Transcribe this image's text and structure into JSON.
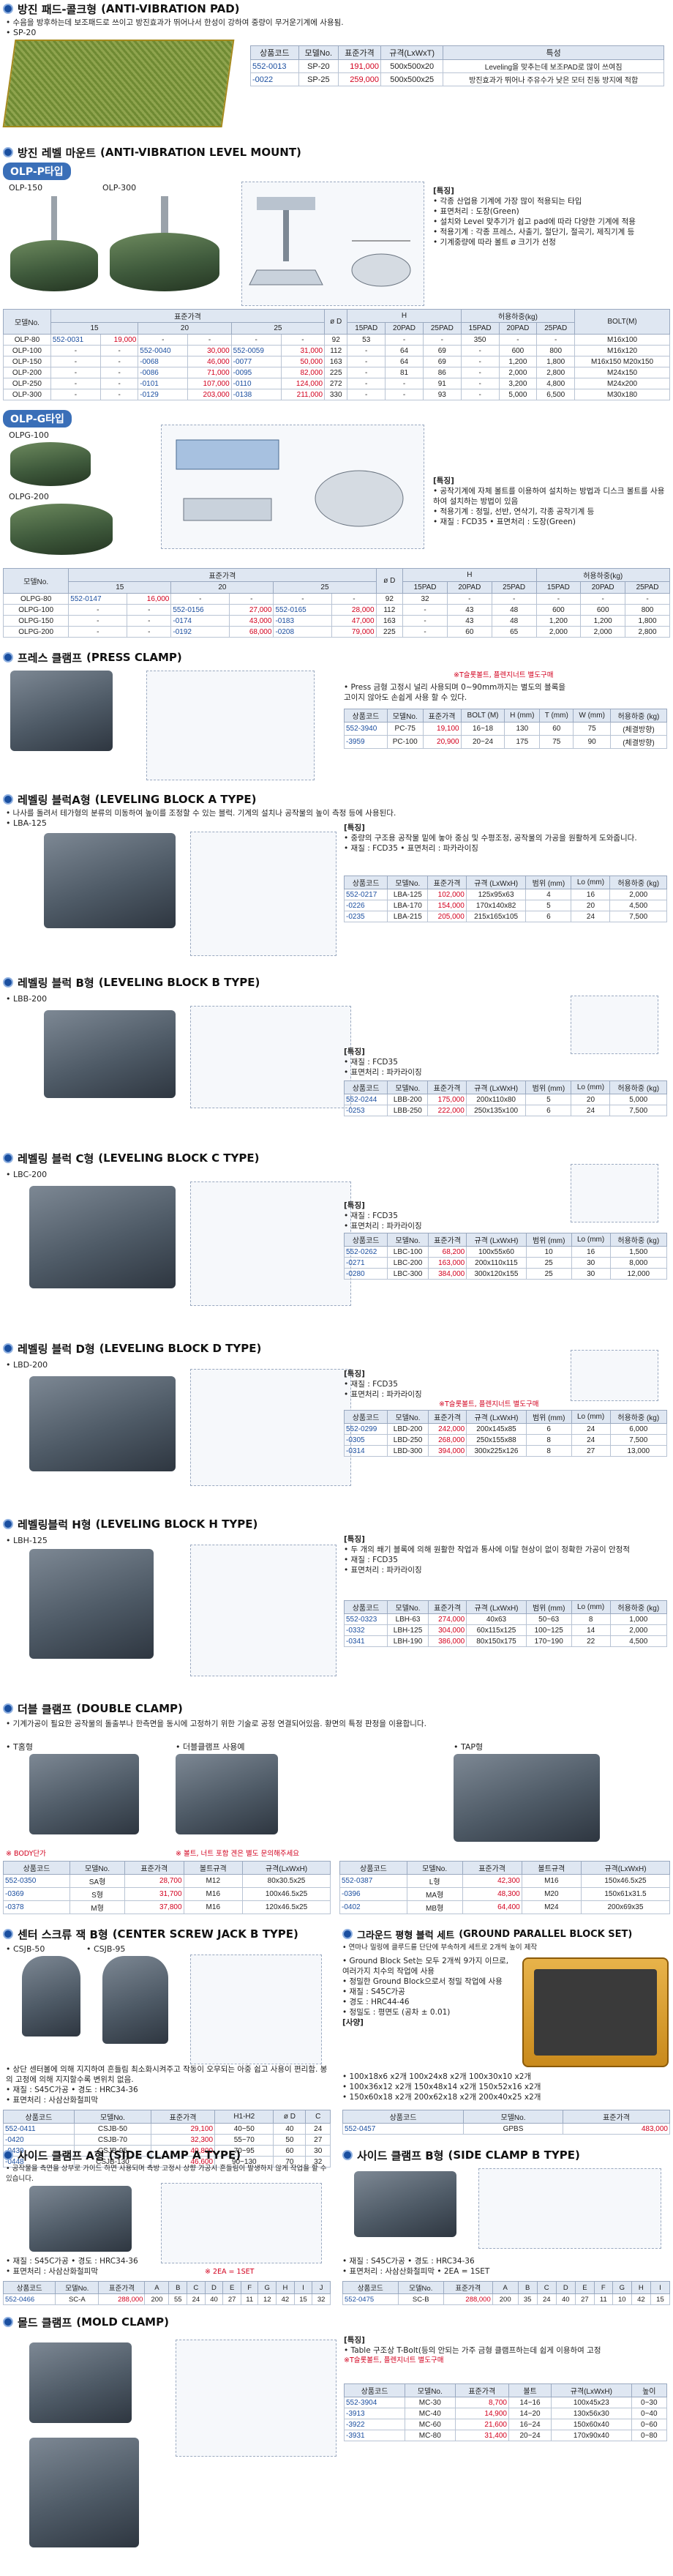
{
  "s1": {
    "title_ko": "방진 패드-콜크형",
    "title_en": "(ANTI-VIBRATION PAD)",
    "desc": "• 수음을 방후하는데 보조패드로 쓰이고 방진효과가 뛰어나서 한성이 강하여 중량이 무거운기계에 사용됨.",
    "model": "• SP-20",
    "head": [
      "상품코드",
      "모델No.",
      "표준가격",
      "규격(LxWxT)",
      "특성"
    ],
    "rows": [
      [
        "552-0013",
        "SP-20",
        "191,000",
        "500x500x20",
        "Leveling을 맞추는데 보조PAD로 많이 쓰여짐"
      ],
      [
        "-0022",
        "SP-25",
        "259,000",
        "500x500x25",
        "방진효과가 뛰어나 주유수가 낮은 모터 진동 방지에 적합"
      ]
    ]
  },
  "s2": {
    "title_ko": "방진 레벨 마운트",
    "title_en": "(ANTI-VIBRATION LEVEL MOUNT)",
    "tag": "OLP-P타입",
    "img1": "OLP-150",
    "img2": "OLP-300",
    "notes_title": "[특징]",
    "notes": [
      "• 각종 산업용 기계에 가장 많이 적용되는 타입",
      "• 표면처리 : 도장(Green)",
      "• 설치와 Level 맞추기가 쉽고 pad에 따라 다양한 기계에 적용",
      "• 적용기계 : 각종 프레스, 사출기, 절단기, 절곡기, 제직기계 등",
      "• 기계중량에 따라 볼트 ø 크기가 선정"
    ],
    "head_top": [
      "모델No.",
      "표준가격",
      "ø D",
      "H",
      "허용하중(kg)",
      "BOLT(M)"
    ],
    "head_sub": [
      "15",
      "20",
      "25",
      "15PAD",
      "20PAD",
      "25PAD",
      "15PAD",
      "20PAD",
      "25PAD"
    ],
    "rows": [
      [
        "OLP-80",
        "552-0031",
        "19,000",
        "-",
        "-",
        "-",
        "-",
        "92",
        "53",
        "-",
        "-",
        "350",
        "-",
        "-",
        "M16x100"
      ],
      [
        "OLP-100",
        "-",
        "-",
        "552-0040",
        "30,000",
        "552-0059",
        "31,000",
        "112",
        "-",
        "64",
        "69",
        "-",
        "600",
        "800",
        "M16x120"
      ],
      [
        "OLP-150",
        "-",
        "-",
        "-0068",
        "46,000",
        "-0077",
        "50,000",
        "163",
        "-",
        "64",
        "69",
        "-",
        "1,200",
        "1,800",
        "M16x150 M20x150"
      ],
      [
        "OLP-200",
        "-",
        "-",
        "-0086",
        "71,000",
        "-0095",
        "82,000",
        "225",
        "-",
        "81",
        "86",
        "-",
        "2,000",
        "2,800",
        "M24x150"
      ],
      [
        "OLP-250",
        "-",
        "-",
        "-0101",
        "107,000",
        "-0110",
        "124,000",
        "272",
        "-",
        "-",
        "91",
        "-",
        "3,200",
        "4,800",
        "M24x200"
      ],
      [
        "OLP-300",
        "-",
        "-",
        "-0129",
        "203,000",
        "-0138",
        "211,000",
        "330",
        "-",
        "-",
        "93",
        "-",
        "5,000",
        "6,500",
        "M30x180"
      ]
    ]
  },
  "s3": {
    "tag": "OLP-G타입",
    "img1": "OLPG-100",
    "img2": "OLPG-200",
    "notes_title": "[특징]",
    "notes": [
      "• 공작기계에 자체 볼트를 이용하여 설치하는 방법과 디스크 볼트를 사용하여 설치하는 방법이 있음",
      "• 적용기계 : 정밀, 선반, 연삭기, 각종 공작기계 등",
      "• 재질 : FCD35      • 표면처리 : 도장(Green)"
    ],
    "head_top": [
      "모델No.",
      "표준가격",
      "ø D",
      "H",
      "허용하중(kg)"
    ],
    "head_sub": [
      "15",
      "20",
      "25",
      "15PAD",
      "20PAD",
      "25PAD",
      "15PAD",
      "20PAD",
      "25PAD"
    ],
    "rows": [
      [
        "OLPG-80",
        "552-0147",
        "16,000",
        "-",
        "-",
        "-",
        "-",
        "92",
        "32",
        "-",
        "-",
        "-",
        "-",
        "-"
      ],
      [
        "OLPG-100",
        "-",
        "-",
        "552-0156",
        "27,000",
        "552-0165",
        "28,000",
        "112",
        "-",
        "43",
        "48",
        "600",
        "600",
        "800"
      ],
      [
        "OLPG-150",
        "-",
        "-",
        "-0174",
        "43,000",
        "-0183",
        "47,000",
        "163",
        "-",
        "43",
        "48",
        "1,200",
        "1,200",
        "1,800"
      ],
      [
        "OLPG-200",
        "-",
        "-",
        "-0192",
        "68,000",
        "-0208",
        "79,000",
        "225",
        "-",
        "60",
        "65",
        "2,000",
        "2,000",
        "2,800"
      ]
    ]
  },
  "s4": {
    "title_ko": "프레스 클램프",
    "title_en": "(PRESS CLAMP)",
    "red_note": "※T슬롯볼트, 플렌지너트 별도구매",
    "notes": [
      "• Press 금형 고정시 널리 사용되며 0~90mm까지는 별도의 블록을",
      "고이지 않아도 손쉽게 사용 할 수 있다."
    ],
    "head": [
      "상품코드",
      "모델No.",
      "표준가격",
      "BOLT (M)",
      "H (mm)",
      "T (mm)",
      "W (mm)",
      "허용하중 (kg)"
    ],
    "rows": [
      [
        "552-3940",
        "PC-75",
        "19,100",
        "16~18",
        "130",
        "60",
        "75",
        "(체결방향)"
      ],
      [
        "-3959",
        "PC-100",
        "20,900",
        "20~24",
        "175",
        "75",
        "90",
        "(체결방향)"
      ]
    ]
  },
  "s5": {
    "title_ko": "레벨링 블럭A형",
    "title_en": "(LEVELING BLOCK A TYPE)",
    "desc": "• 나사를 돌려서 테가형의 분류의 미동하여 높이를 조정할 수 있는 블럭. 기계의 설치나 공작물의 높이 측정 등에 사용된다.",
    "model": "• LBA-125",
    "notes_title": "[특징]",
    "notes": [
      "• 중량의 구조용 공작물 밑에 놓아 중심 및 수평조정, 공작물의 가공을 원활하게 도와줍니다.",
      "• 재질 : FCD35   • 표면처리 : 파카라이징"
    ],
    "head": [
      "상품코드",
      "모델No.",
      "표준가격",
      "규격 (LxWxH)",
      "범위 (mm)",
      "Lo (mm)",
      "허용하중 (kg)"
    ],
    "rows": [
      [
        "552-0217",
        "LBA-125",
        "102,000",
        "125x95x63",
        "4",
        "16",
        "2,000"
      ],
      [
        "-0226",
        "LBA-170",
        "154,000",
        "170x140x82",
        "5",
        "20",
        "4,500"
      ],
      [
        "-0235",
        "LBA-215",
        "205,000",
        "215x165x105",
        "6",
        "24",
        "7,500"
      ]
    ]
  },
  "s6": {
    "title_ko": "레벨링 블럭 B형",
    "title_en": "(LEVELING BLOCK B TYPE)",
    "model": "• LBB-200",
    "notes_title": "[특징]",
    "notes": [
      "• 재질 : FCD35",
      "• 표면처리 : 파카라이징"
    ],
    "head": [
      "상품코드",
      "모델No.",
      "표준가격",
      "규격 (LxWxH)",
      "범위 (mm)",
      "Lo (mm)",
      "허용하중 (kg)"
    ],
    "rows": [
      [
        "552-0244",
        "LBB-200",
        "175,000",
        "200x110x80",
        "5",
        "20",
        "5,000"
      ],
      [
        "-0253",
        "LBB-250",
        "222,000",
        "250x135x100",
        "6",
        "24",
        "7,500"
      ]
    ]
  },
  "s7": {
    "title_ko": "레벨링 블럭 C형",
    "title_en": "(LEVELING BLOCK C TYPE)",
    "model": "• LBC-200",
    "notes_title": "[특징]",
    "notes": [
      "• 재질 : FCD35",
      "• 표면처리 : 파카라이징"
    ],
    "head": [
      "상품코드",
      "모델No.",
      "표준가격",
      "규격 (LxWxH)",
      "범위 (mm)",
      "Lo (mm)",
      "허용하중 (kg)"
    ],
    "rows": [
      [
        "552-0262",
        "LBC-100",
        "68,200",
        "100x55x60",
        "10",
        "16",
        "1,500"
      ],
      [
        "-0271",
        "LBC-200",
        "163,000",
        "200x110x115",
        "25",
        "30",
        "8,000"
      ],
      [
        "-0280",
        "LBC-300",
        "384,000",
        "300x120x155",
        "25",
        "30",
        "12,000"
      ]
    ]
  },
  "s8": {
    "title_ko": "레벨링 블럭 D형",
    "title_en": "(LEVELING BLOCK D TYPE)",
    "model": "• LBD-200",
    "red_note": "※T슬롯볼트, 플렌지너트 별도구매",
    "notes_title": "[특징]",
    "notes": [
      "• 재질 : FCD35",
      "• 표면처리 : 파카라이징"
    ],
    "head": [
      "상품코드",
      "모델No.",
      "표준가격",
      "규격 (LxWxH)",
      "범위 (mm)",
      "Lo (mm)",
      "허용하중 (kg)"
    ],
    "rows": [
      [
        "552-0299",
        "LBD-200",
        "242,000",
        "200x145x85",
        "6",
        "24",
        "6,000"
      ],
      [
        "-0305",
        "LBD-250",
        "268,000",
        "250x155x88",
        "8",
        "24",
        "7,500"
      ],
      [
        "-0314",
        "LBD-300",
        "394,000",
        "300x225x126",
        "8",
        "27",
        "13,000"
      ]
    ]
  },
  "s9": {
    "title_ko": "레벨링블럭 H형",
    "title_en": "(LEVELING BLOCK H TYPE)",
    "model": "• LBH-125",
    "notes_title": "[특징]",
    "notes": [
      "• 두 개의 쐐기 블록에 의해 원활한 작업과 통사에 이탈 현상이 없이 정확한 가공이 안정적",
      "• 재질 : FCD35",
      "• 표면처리 : 파카라이징"
    ],
    "head": [
      "상품코드",
      "모델No.",
      "표준가격",
      "규격 (LxWxH)",
      "범위 (mm)",
      "Lo (mm)",
      "허용하중 (kg)"
    ],
    "rows": [
      [
        "552-0323",
        "LBH-63",
        "274,000",
        "40x63",
        "50~63",
        "8",
        "1,000"
      ],
      [
        "-0332",
        "LBH-125",
        "304,000",
        "60x115x125",
        "100~125",
        "14",
        "2,000"
      ],
      [
        "-0341",
        "LBH-190",
        "386,000",
        "80x150x175",
        "170~190",
        "22",
        "4,500"
      ]
    ]
  },
  "s10": {
    "title_ko": "더블 클램프",
    "title_en": "(DOUBLE CLAMP)",
    "desc": "• 기계가공이 필요한 공작물의 돌출부나 한측면을 동시에 고정하기 위한 기술로 공정 연결되어있음. 황면의 특정 판정을 이용합니다.",
    "t_label": "• T홈형",
    "use_label": "• 더블클램프 사용예",
    "tap_label": "• TAP형",
    "body_note": "※ BODY단가",
    "red_note": "※ 볼트, 너트 포함 겐은 별도 문의해주세요",
    "headL": [
      "상품코드",
      "모델No.",
      "표준가격",
      "볼트규격",
      "규격(LxWxH)"
    ],
    "rowsL": [
      [
        "552-0350",
        "SA형",
        "28,700",
        "M12",
        "80x30.5x25"
      ],
      [
        "-0369",
        "S형",
        "31,700",
        "M16",
        "100x46.5x25"
      ],
      [
        "-0378",
        "M형",
        "37,800",
        "M16",
        "120x46.5x25"
      ]
    ],
    "headR": [
      "상품코드",
      "모델No.",
      "표준가격",
      "볼트규격",
      "규격(LxWxH)"
    ],
    "rowsR": [
      [
        "552-0387",
        "L형",
        "42,300",
        "M16",
        "150x46.5x25"
      ],
      [
        "-0396",
        "MA형",
        "48,300",
        "M20",
        "150x61x31.5"
      ],
      [
        "-0402",
        "MB형",
        "64,400",
        "M24",
        "200x69x35"
      ]
    ]
  },
  "s11": {
    "title_ko": "센터 스크류 잭 B형",
    "title_en": "(CENTER SCREW JACK B TYPE)",
    "desc": "• 상단 센터볼에 의해 지지하여 흔들림 최소화시켜주고 작동이 오무되는 아중 쉽고 사용이 편리함. 봉의 고정에 의해 지지할수록 변위치 없음.",
    "img1": "• CSJB-50",
    "img2": "• CSJB-95",
    "notes": [
      "• 재질 : S45C가공   • 경도 : HRC34-36",
      "• 표면처리 : 사삼산화철피막"
    ],
    "head": [
      "상품코드",
      "모델No.",
      "표준가격",
      "H1-H2",
      "ø D",
      "C"
    ],
    "rows": [
      [
        "552-0411",
        "CSJB-50",
        "29,100",
        "40~50",
        "40",
        "24"
      ],
      [
        "-0420",
        "CSJB-70",
        "32,300",
        "55~70",
        "50",
        "27"
      ],
      [
        "-0439",
        "CSJB-95",
        "40,800",
        "70~95",
        "60",
        "30"
      ],
      [
        "-0448",
        "CSJB-130",
        "46,600",
        "90~130",
        "70",
        "32"
      ]
    ]
  },
  "s12": {
    "title_ko": "그라운드 평형 블럭 세트",
    "title_en": "(GROUND PARALLEL BLOCK SET)",
    "desc": "• 연마나 밀링에 클루드를 단단에 부속하게 세트로 2개씩 높이 제작",
    "notes": [
      "• Ground Block Set는 모두 2개씩 9가지 이므로, 여러가지 치수의 작업에 사용",
      "• 정밀한 Ground Block으로서 정밀 작업에 사용",
      "• 재질 : S45C가공",
      "• 경도 : HRC44-46",
      "• 정밀도 : 평면도 (공차 ± 0.01)"
    ],
    "spec_title": "[사양]",
    "specs": [
      "• 100x18x6 x2개 100x24x8 x2개 100x30x10 x2개",
      "• 100x36x12 x2개 150x48x14 x2개 150x52x16 x2개",
      "• 150x60x18 x2개 200x62x18 x2개 200x40x25 x2개"
    ],
    "head": [
      "상품코드",
      "모델No.",
      "표준가격"
    ],
    "rows": [
      [
        "552-0457",
        "GPBS",
        "483,000"
      ]
    ]
  },
  "s13": {
    "title_ko": "사이드 클램프 A형",
    "title_en": "(SIDE CLAMP A TYPE)",
    "desc": "• 공작물을 측면을 상부로 가이드 하면 사용되며 측방 고정시 상향 가공시 흔들림이 발생하지 않게 작업을 할 수 있습니다.",
    "notes": [
      "• 재질 : S45C가공   • 경도 : HRC34-36",
      "• 표면처리 : 사삼산화철피막"
    ],
    "set_note": "※ 2EA = 1SET",
    "head": [
      "상품코드",
      "모델No.",
      "표준가격",
      "A",
      "B",
      "C",
      "D",
      "E",
      "F",
      "G",
      "H",
      "I",
      "J"
    ],
    "rows": [
      [
        "552-0466",
        "SC-A",
        "288,000",
        "200",
        "55",
        "24",
        "40",
        "27",
        "11",
        "12",
        "42",
        "15",
        "32"
      ]
    ]
  },
  "s14": {
    "title_ko": "사이드 클램프 B형",
    "title_en": "(SIDE CLAMP B TYPE)",
    "notes": [
      "• 재질 : S45C가공   • 경도 : HRC34-36",
      "• 표면처리 : 사삼산화철피막   • 2EA = 1SET"
    ],
    "head": [
      "상품코드",
      "모델No.",
      "표준가격",
      "A",
      "B",
      "C",
      "D",
      "E",
      "F",
      "G",
      "H",
      "I"
    ],
    "rows": [
      [
        "552-0475",
        "SC-B",
        "288,000",
        "200",
        "35",
        "24",
        "40",
        "27",
        "11",
        "10",
        "42",
        "15"
      ]
    ]
  },
  "s15": {
    "title_ko": "몰드 클램프",
    "title_en": "(MOLD CLAMP)",
    "notes_title": "[특징]",
    "notes": [
      "• Table 구조상 T-Bolt(등의 안되는 가주 금형 클램프하는데 쉽게 이용하여 고정"
    ],
    "red_note": "※T슬롯볼트, 플렌지너트 별도구매",
    "head": [
      "상품코드",
      "모델No.",
      "표준가격",
      "볼트",
      "규격(LxWxH)",
      "높이"
    ],
    "rows": [
      [
        "552-3904",
        "MC-30",
        "8,700",
        "14~16",
        "100x45x23",
        "0~30"
      ],
      [
        "-3913",
        "MC-40",
        "14,900",
        "14~20",
        "130x56x30",
        "0~40"
      ],
      [
        "-3922",
        "MC-60",
        "21,600",
        "16~24",
        "150x60x40",
        "0~60"
      ],
      [
        "-3931",
        "MC-80",
        "31,400",
        "20~24",
        "170x90x40",
        "0~80"
      ]
    ]
  }
}
